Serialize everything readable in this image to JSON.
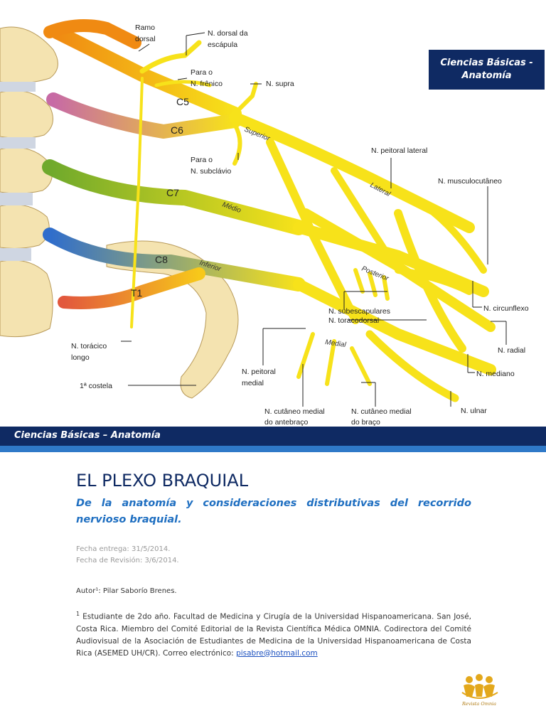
{
  "figure": {
    "labels": {
      "ramo_dorsal": [
        "Ramo",
        "dorsal"
      ],
      "dorsal_escapula": [
        "N. dorsal da",
        "escápula"
      ],
      "frenico": [
        "Para o",
        "N. frênico"
      ],
      "supra": "N. supra",
      "subclavio": [
        "Para o",
        "N. subclávio"
      ],
      "peitoral_lateral": "N. peitoral lateral",
      "musculocutaneo": "N. musculocutâneo",
      "subescapulares": "N. subescapulares",
      "toracodorsal": "N. toracodorsal",
      "circunflexo": "N. circunflexo",
      "radial": "N. radial",
      "mediano": "N. mediano",
      "ulnar": "N. ulnar",
      "toracico_longo": [
        "N. torácico",
        "longo"
      ],
      "costela": "1ª costela",
      "peitoral_medial": [
        "N. peitoral",
        "medial"
      ],
      "cutaneo_antebraco": [
        "N. cutâneo medial",
        "do antebraço"
      ],
      "cutaneo_braco": [
        "N. cutâneo medial",
        "do braço"
      ]
    },
    "roots": {
      "c5": "C5",
      "c6": "C6",
      "c7": "C7",
      "c8": "C8",
      "t1": "T1"
    },
    "trunks": {
      "superior": "Superior",
      "medio": "Médio",
      "inferior": "Inferior"
    },
    "cords": {
      "lateral": "Lateral",
      "posterior": "Posterior",
      "medial": "Medial"
    }
  },
  "section_badge": {
    "line1": "Ciencias Básicas -",
    "line2": "Anatomía"
  },
  "section_bar": {
    "label": "Ciencias Básicas – Anatomía"
  },
  "article": {
    "title": "EL PLEXO BRAQUIAL",
    "subtitle": "De la anatomía y consideraciones distributivas del recorrido nervioso braquial.",
    "date_received": "Fecha entrega: 31/5/2014.",
    "date_revised": "Fecha de Revisión: 3/6/2014.",
    "author": "Autor¹: Pilar Saborío Brenes.",
    "note_marker": "1",
    "note": "Estudiante de 2do año. Facultad de Medicina y Cirugía de la Universidad Hispanoamericana. San José, Costa Rica. Miembro del Comité Editorial de la Revista Científica Médica OMNIA. Codirectora del Comité Audiovisual de la Asociación de Estudiantes de Medicina de la Universidad Hispanoamericana de Costa Rica (ASEMED UH/CR).  Correo electrónico: ",
    "email": "pisabre@hotmail.com"
  },
  "logo": {
    "text": "Revista Omnia"
  },
  "colors": {
    "navy": "#0f2a63",
    "accent_blue": "#2f79c8",
    "subtitle_blue": "#1f6fc1",
    "nerve_yellow": "#f7e21a",
    "bone": "#f4e3b0",
    "logo_gold": "#e3a81c"
  }
}
